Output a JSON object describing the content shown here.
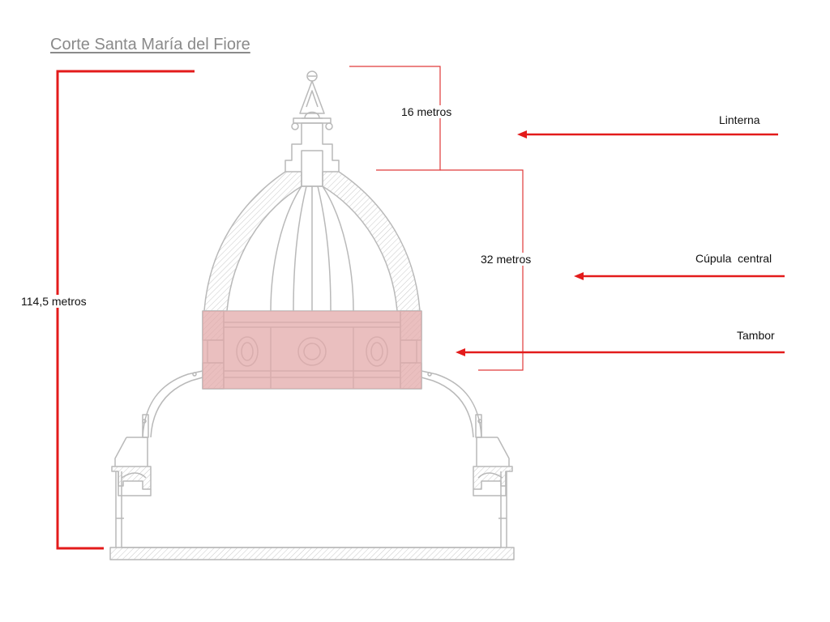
{
  "title": "Corte Santa María del Fiore",
  "dimensions": {
    "total_height": "114,5 metros",
    "lantern_height": "16 metros",
    "dome_height": "32 metros"
  },
  "callouts": {
    "lantern": "Linterna",
    "dome": "Cúpula  central",
    "drum": "Tambor"
  },
  "colors": {
    "annotation": "#e31b1b",
    "bracket": "#e03a3a",
    "drawing": "#b9b9b9",
    "drum_highlight": "#e3aaaa",
    "title": "#8a8a8a"
  }
}
